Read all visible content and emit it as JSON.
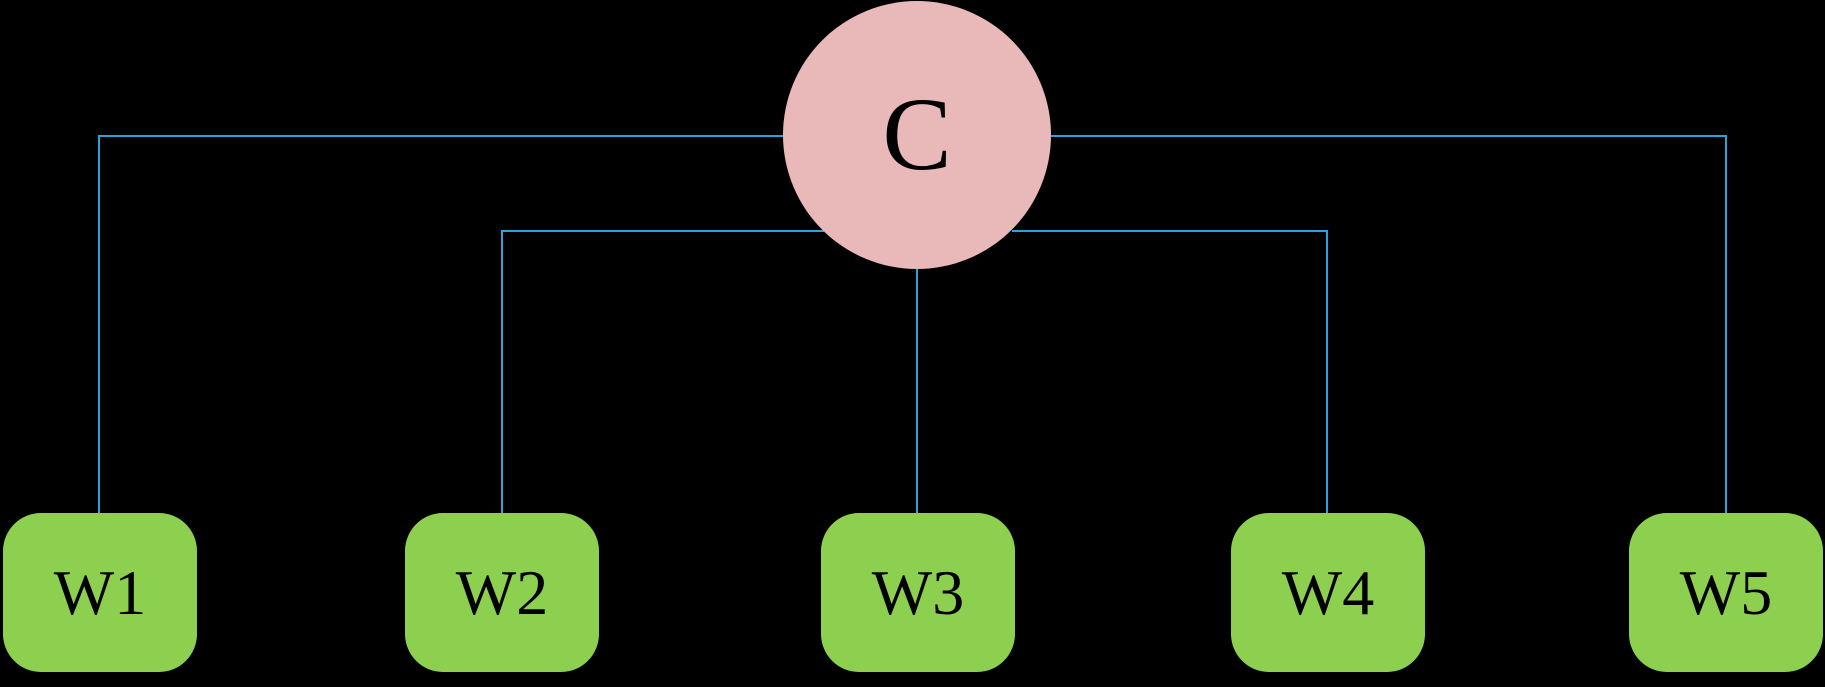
{
  "diagram": {
    "background": "#000000",
    "connector_color": "#2aa3dc",
    "coordinator": {
      "id": "C",
      "label": "C",
      "shape": "circle",
      "fill": "#e8b9b8",
      "text_color": "#000000"
    },
    "worker_fill": "#8dd04f",
    "worker_shape": "rounded-rectangle",
    "workers": [
      {
        "id": "W1",
        "label": "W1"
      },
      {
        "id": "W2",
        "label": "W2"
      },
      {
        "id": "W3",
        "label": "W3"
      },
      {
        "id": "W4",
        "label": "W4"
      },
      {
        "id": "W5",
        "label": "W5"
      }
    ],
    "edges": [
      {
        "from": "C",
        "to": "W1"
      },
      {
        "from": "C",
        "to": "W2"
      },
      {
        "from": "C",
        "to": "W3"
      },
      {
        "from": "C",
        "to": "W4"
      },
      {
        "from": "C",
        "to": "W5"
      }
    ]
  }
}
